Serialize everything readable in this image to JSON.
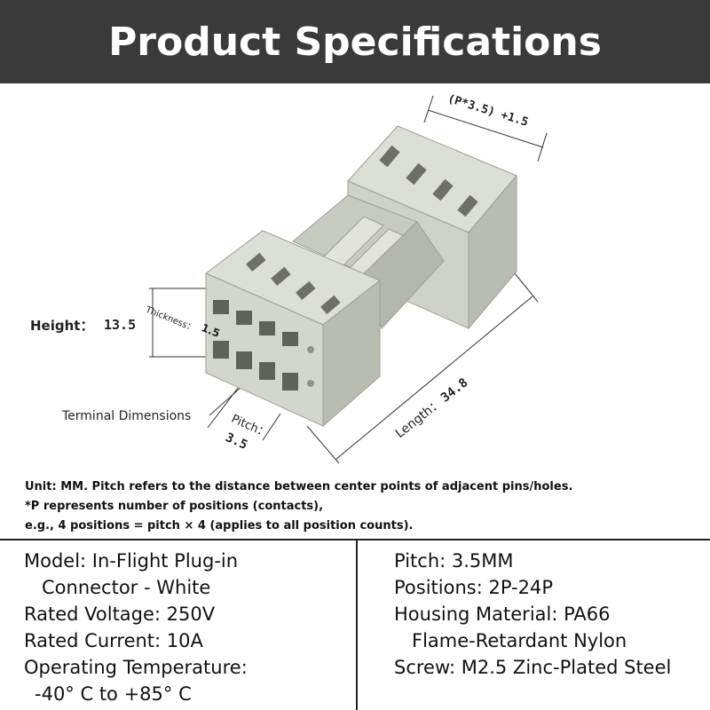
{
  "header": {
    "title": "Product Specifications"
  },
  "diagram": {
    "height_label": "Height：",
    "height_value": "13.5",
    "thickness_label": "Thickness：",
    "thickness_value": "1.5",
    "terminal_label": "Terminal Dimensions",
    "pitch_label": "Pitch：",
    "pitch_value": "3.5",
    "length_label": "Length：",
    "length_value": "34.8",
    "width_formula": "(P*3.5) +1.5"
  },
  "notes": [
    "Unit: MM. Pitch refers to the distance between center points of adjacent pins/holes.",
    "*P represents number of positions (contacts),",
    "e.g., 4 positions = pitch × 4 (applies to all position counts)."
  ],
  "specs": {
    "left": [
      "Model: In-Flight Plug-in",
      "Connector - White",
      "Rated Voltage: 250V",
      "Rated Current: 10A",
      "Operating Temperature:",
      "-40° C to +85° C"
    ],
    "right": [
      "Pitch: 3.5MM",
      "Positions: 2P-24P",
      "Housing Material: PA66",
      "Flame-Retardant Nylon",
      "Screw: M2.5 Zinc-Plated Steel"
    ]
  },
  "colors": {
    "header_bg": "#3a3a3a",
    "connector_body": "#d3d6cc",
    "connector_shadow": "#aeb2a6"
  }
}
